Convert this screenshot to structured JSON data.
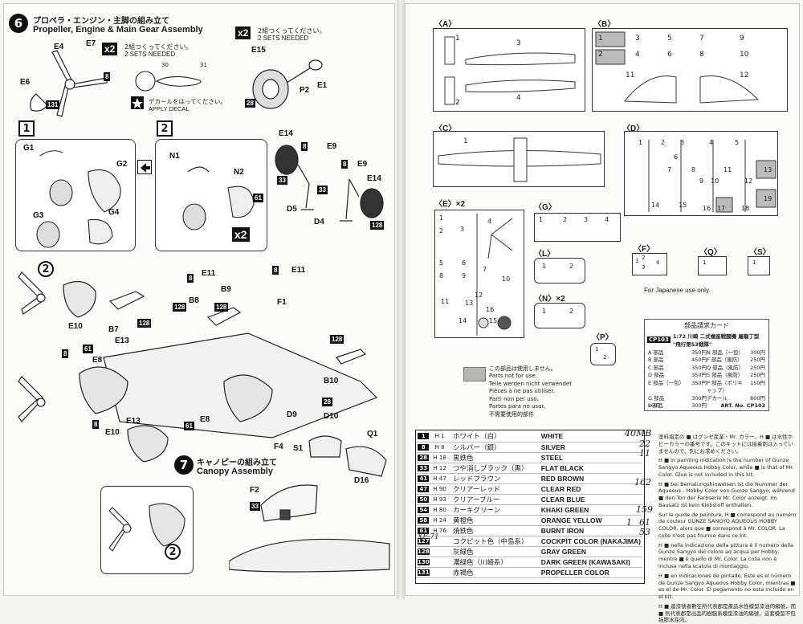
{
  "step6": {
    "number": "6",
    "title_jp": "プロペラ・エンジン・主脚の組み立て",
    "title_en": "Propeller, Engine & Main Gear Assembly",
    "sets_jp": "2組つくってください。",
    "sets_en": "2 SETS NEEDED",
    "x2": "x2",
    "decal_jp": "デカールをはってください。",
    "decal_en": "APPLY DECAL",
    "decal_nums": [
      "30",
      "31"
    ],
    "parts": [
      "E4",
      "E7",
      "E6",
      "E15",
      "E1",
      "P2"
    ],
    "paint_codes": [
      "8",
      "131",
      "28"
    ]
  },
  "top_right_x2": {
    "x2": "x2",
    "sets_jp": "2組つくってください。",
    "sets_en": "2 SETS NEEDED"
  },
  "substep1": {
    "num": "1",
    "parts": [
      "G1",
      "G2",
      "G3",
      "G4"
    ]
  },
  "substep2": {
    "num": "2",
    "parts": [
      "N1",
      "N2"
    ],
    "paint": "61",
    "x2": "x2"
  },
  "gear_parts": {
    "labels": [
      "E14",
      "E9",
      "E9",
      "E14",
      "D5",
      "D4"
    ],
    "paint": [
      "8",
      "8",
      "33",
      "33",
      "128"
    ]
  },
  "main_assembly": {
    "num": "2",
    "labels": [
      "E11",
      "E11",
      "B9",
      "B8",
      "B7",
      "E13",
      "E10",
      "E8",
      "F1",
      "B10",
      "E8",
      "E13",
      "E10"
    ],
    "paint": [
      "8",
      "8",
      "128",
      "128",
      "128",
      "8",
      "61",
      "128",
      "61",
      "8"
    ]
  },
  "step7": {
    "number": "7",
    "title_jp": "キャノピーの組み立て",
    "title_en": "Canopy Assembly",
    "parts": [
      "D9",
      "D10",
      "Q1",
      "F4",
      "S1",
      "D16",
      "F2"
    ],
    "paint": [
      "28",
      "33"
    ],
    "inset_num": "2"
  },
  "sprues": {
    "A": {
      "label": "〈A〉",
      "nums": [
        "1",
        "2",
        "3",
        "4"
      ]
    },
    "B": {
      "label": "〈B〉",
      "nums": [
        "1",
        "2",
        "3",
        "4",
        "5",
        "6",
        "7",
        "8",
        "9",
        "10",
        "11",
        "12"
      ]
    },
    "C": {
      "label": "〈C〉",
      "nums": [
        "1"
      ]
    },
    "D": {
      "label": "〈D〉",
      "nums": [
        "1",
        "2",
        "3",
        "4",
        "5",
        "6",
        "7",
        "8",
        "9",
        "10",
        "11",
        "12",
        "13",
        "14",
        "15",
        "16",
        "17",
        "18",
        "19"
      ]
    },
    "E": {
      "label": "〈E〉×2",
      "nums": [
        "1",
        "2",
        "3",
        "4",
        "5",
        "6",
        "7",
        "8",
        "9",
        "10",
        "11",
        "12",
        "13",
        "14",
        "15",
        "16"
      ]
    },
    "G": {
      "label": "〈G〉",
      "nums": [
        "1",
        "2",
        "3",
        "4"
      ]
    },
    "L": {
      "label": "〈L〉",
      "nums": [
        "1",
        "2"
      ]
    },
    "N": {
      "label": "〈N〉×2",
      "nums": [
        "1",
        "2"
      ]
    },
    "F": {
      "label": "〈F〉",
      "nums": [
        "1",
        "2",
        "3",
        "4"
      ]
    },
    "Q": {
      "label": "〈Q〉",
      "nums": [
        "1"
      ]
    },
    "S": {
      "label": "〈S〉",
      "nums": [
        "1"
      ]
    },
    "P": {
      "label": "〈P〉",
      "nums": [
        "1",
        "2"
      ]
    }
  },
  "not_for_use": {
    "lines": [
      "この部品は使用しません。",
      "Parts not for use.",
      "Teile werden nicht verwendet",
      "Pièces à ne pas utiliser.",
      "Parti non per uso.",
      "Partes para no usar.",
      "不需要使用的部件"
    ]
  },
  "order_card": {
    "japan_only": "For Japanese use only.",
    "title": "部品請求カード",
    "code": "CP103",
    "product": "1:72 川崎 二式複座戦闘機 屠龍丁型 \"飛行第53戦隊\"",
    "rows": [
      [
        "A 部品",
        "350円",
        "N 部品（一包）",
        "300円"
      ],
      [
        "B 部品",
        "450円",
        "F 部品（風防）",
        "250円"
      ],
      [
        "C 部品",
        "350円",
        "Q 部品（風防）",
        "250円"
      ],
      [
        "D 部品",
        "350円",
        "S 部品（風防）",
        "250円"
      ],
      [
        "E 部品（一包）",
        "350円",
        "P 部品（ポリキャップ）",
        "150円"
      ],
      [
        "G 部品",
        "300円",
        "デカール",
        "800円"
      ],
      [
        "L 部品",
        "300円",
        "",
        ""
      ]
    ],
    "footer_code": "9607",
    "art_no": "ART. No. CP103"
  },
  "colors": [
    {
      "n": "1",
      "h": "H 1",
      "jp": "ホワイト（白）",
      "en": "WHITE"
    },
    {
      "n": "8",
      "h": "H 8",
      "jp": "シルバー（銀）",
      "en": "SILVER"
    },
    {
      "n": "28",
      "h": "H 18",
      "jp": "黒鉄色",
      "en": "STEEL"
    },
    {
      "n": "33",
      "h": "H 12",
      "jp": "つや消しブラック（黒）",
      "en": "FLAT BLACK"
    },
    {
      "n": "41",
      "h": "H 47",
      "jp": "レッドブラウン",
      "en": "RED BROWN"
    },
    {
      "n": "47",
      "h": "H 90",
      "jp": "クリアーレッド",
      "en": "CLEAR RED"
    },
    {
      "n": "50",
      "h": "H 93",
      "jp": "クリアーブルー",
      "en": "CLEAR BLUE"
    },
    {
      "n": "54",
      "h": "H 80",
      "jp": "カーキグリーン",
      "en": "KHAKI GREEN"
    },
    {
      "n": "58",
      "h": "H 24",
      "jp": "黄橙色",
      "en": "ORANGE YELLOW"
    },
    {
      "n": "61",
      "h": "H 76",
      "jp": "焼鉄色",
      "en": "BURNT IRON"
    },
    {
      "n": "127",
      "h": "",
      "jp": "コクピット色（中島系）",
      "en": "COCKPIT COLOR (NAKAJIMA)"
    },
    {
      "n": "128",
      "h": "",
      "jp": "灰緑色",
      "en": "GRAY GREEN"
    },
    {
      "n": "130",
      "h": "",
      "jp": "濃緑色（川崎系）",
      "en": "DARK GREEN (KAWASAKI)"
    },
    {
      "n": "131",
      "h": "",
      "jp": "赤褐色",
      "en": "PROPELLER COLOR"
    }
  ],
  "handwritten": [
    "40MB",
    "22",
    "11",
    "162",
    "159",
    "1",
    "61",
    "53",
    "XF-71"
  ],
  "notes": [
    "塗料指定の ■ はグンゼ産業・Mr. カラー、H ■ は水性ホビーカラーの番号です。このキットには接着剤は入っていませんので、別にお求めください。",
    "H ■ in painting indication is the number of Gunze Sangyo Aqueous Hobby Color, while ■ is that of Mr. Color. Glue is not included in this kit.",
    "H ■ bei Bemalungshinweisen ist die Nummer der Aqueous - Hobby Color von Gunze Sangyo, während ■ den Ton der Farbserie Mr. Color anzeigt. Im Bausatz ist kein Klebstoff enthalten.",
    "Sur le guide de peinture, H ■ correspond au numéro de couleur GUNZE SANGYO AQUEOUS HOBBY COLOR, alors que ■ correspond à Mr. COLOR. La colle n'est pas fournie dans ce kit.",
    "H ■ nella indicazione della pittura è il numero della Gunze Sangyo del colore ad acqua per Hobby, mentre ■ è quello di Mr. Color. La colla non è inclusa nella scatola di montaggio.",
    "H ■ en indicaciones de pintado. Este es el número de Gunze Sangyo Aqueous Hobby Color, mientras ■ es el de Mr. Color. El pegamento no esta incluido en el kit.",
    "H ■ 遺漆號者數在所代表郡是產品水性模型漆油的編號，而 ■ 則代表郡是出品的樹脂系模型漆油的編號，這套模型不包括膠水在内。"
  ]
}
